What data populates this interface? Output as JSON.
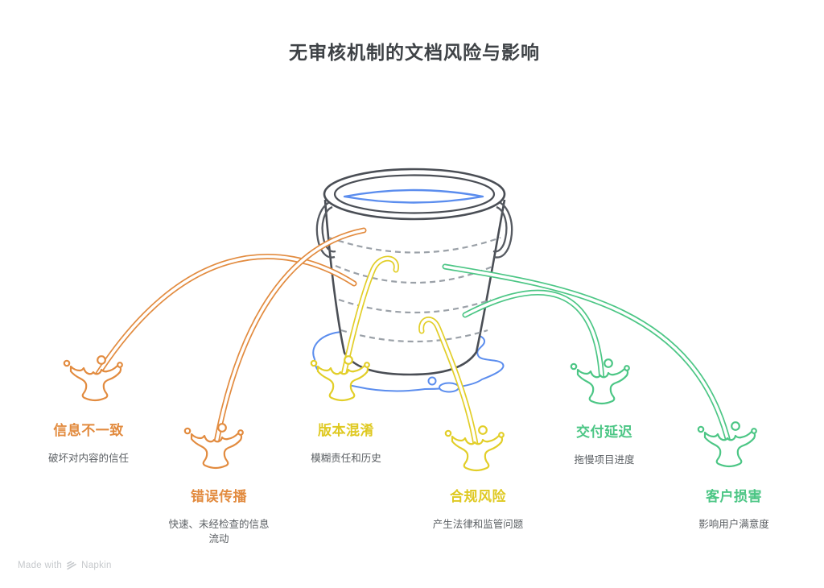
{
  "title": "无审核机制的文档风险与影响",
  "diagram": {
    "type": "leaking-bucket-metaphor",
    "bucket_outline_color": "#4A4E55",
    "water_color": "#5B8DEE",
    "dashed_level_color": "#9BA1A8"
  },
  "palette": {
    "orange": "#E28B3F",
    "yellow": "#E2CE28",
    "green": "#4CC685",
    "blue": "#5B8DEE",
    "title_text": "#3E4246",
    "description_text": "#5C6064",
    "watermark_text": "#C6C9CC"
  },
  "icons": {
    "splash": "splash-icon",
    "bucket": "bucket-icon",
    "napkin_logo": "napkin-logo-icon"
  },
  "risks": [
    {
      "id": "info-inconsistency",
      "label": "信息不一致",
      "description": "破坏对内容的信任",
      "color": "#E28B3F"
    },
    {
      "id": "error-propagation",
      "label": "错误传播",
      "description": "快速、未经检查的信息流动",
      "color": "#E28B3F"
    },
    {
      "id": "version-confusion",
      "label": "版本混淆",
      "description": "模糊责任和历史",
      "color": "#E2CE28"
    },
    {
      "id": "compliance-risk",
      "label": "合规风险",
      "description": "产生法律和监管问题",
      "color": "#E2CE28"
    },
    {
      "id": "delivery-delay",
      "label": "交付延迟",
      "description": "拖慢项目进度",
      "color": "#4CC685"
    },
    {
      "id": "customer-harm",
      "label": "客户损害",
      "description": "影响用户满意度",
      "color": "#4CC685"
    }
  ],
  "watermark": {
    "prefix": "Made with",
    "brand": "Napkin"
  }
}
